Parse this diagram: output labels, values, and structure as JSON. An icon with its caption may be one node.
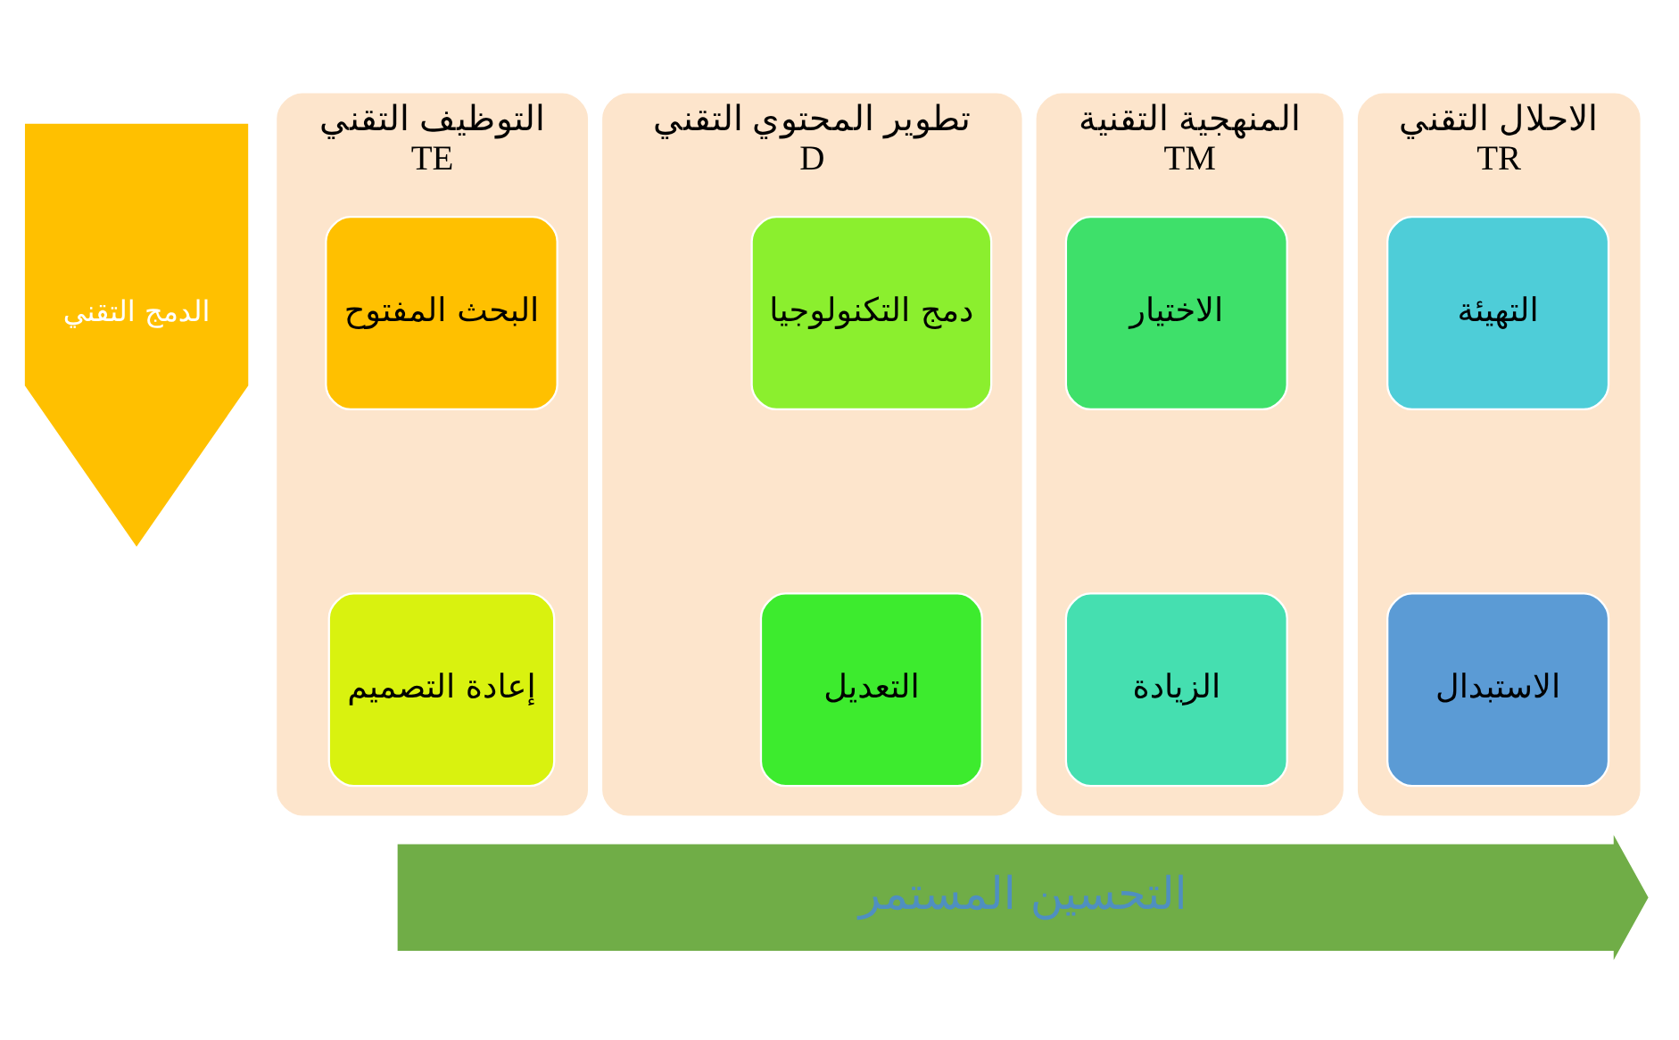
{
  "diagram": {
    "nodes": [
      {
        "text": [
          "الاحلال التقني",
          "TR"
        ]
      },
      {
        "text": [
          "التهيئة"
        ],
        "in": 0
      },
      {
        "text": [
          "الاستبدال"
        ],
        "in": 0
      },
      {
        "text": [
          "المنهجية التقنية",
          "TM"
        ]
      },
      {
        "text": [
          "الاختيار"
        ],
        "in": 3
      },
      {
        "text": [
          "الزيادة"
        ],
        "in": 3
      },
      {
        "text": [
          "تطوير المحتوي التقني",
          "D"
        ]
      },
      {
        "text": [
          "دمج التكنولوجيا"
        ],
        "in": 6
      },
      {
        "text": [
          "التعديل"
        ],
        "in": 6
      },
      {
        "text": [
          "التوظيف التقني",
          "TE"
        ]
      },
      {
        "text": [
          "البحث المفتوح"
        ],
        "in": 9
      },
      {
        "text": [
          "إعادة التصميم"
        ],
        "in": 9
      },
      {
        "text": [
          "الدمج التقني"
        ]
      },
      {
        "text": [
          "التحسين المستمر"
        ]
      }
    ],
    "edges": []
  }
}
